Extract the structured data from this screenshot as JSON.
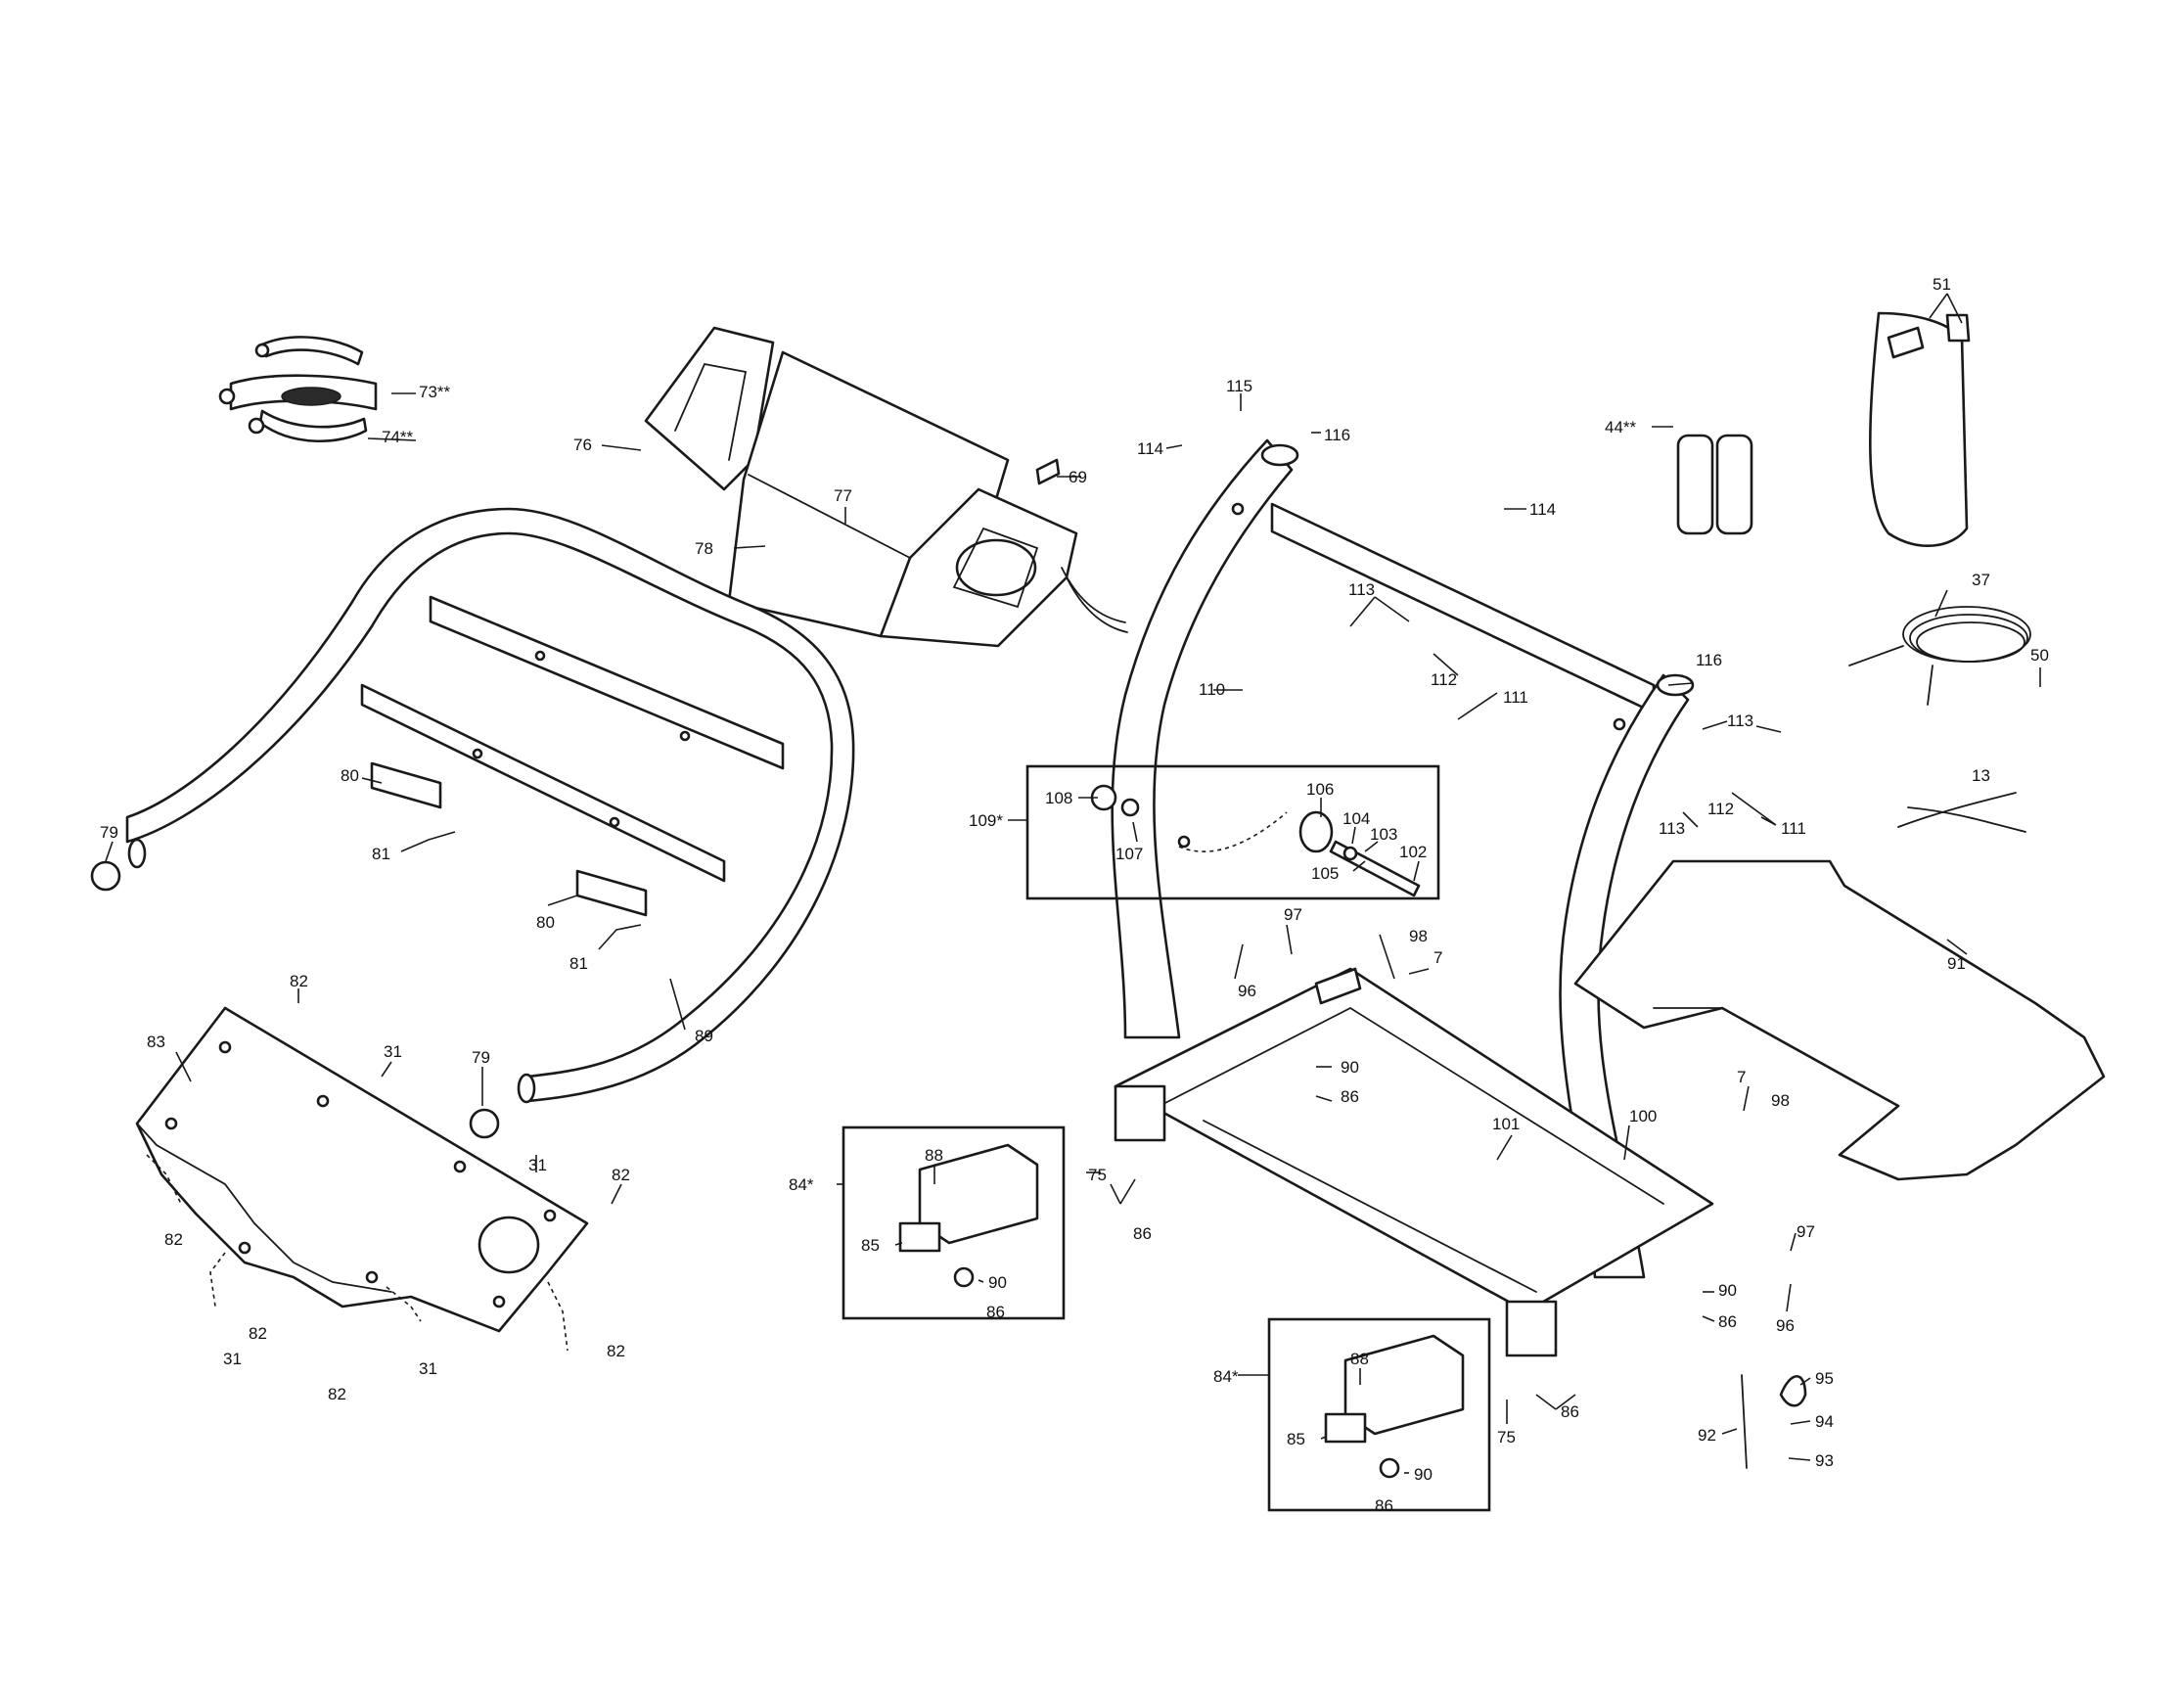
{
  "labels": {
    "l73": "73**",
    "l74": "74**",
    "l76": "76",
    "l77": "77",
    "l78": "78",
    "l69": "69",
    "l114a": "114",
    "l115": "115",
    "l116a": "116",
    "l114b": "114",
    "l44": "44**",
    "l51": "51",
    "l113a": "113",
    "l112a": "112",
    "l111a": "111",
    "l110": "110",
    "l116b": "116",
    "l37": "37",
    "l50": "50",
    "l113b": "113",
    "l112b": "112",
    "l113c": "113",
    "l111b": "111",
    "l13": "13",
    "l109": "109*",
    "l108": "108",
    "l107": "107",
    "l106": "106",
    "l104": "104",
    "l103": "103",
    "l105": "105",
    "l102": "102",
    "l79a": "79",
    "l80a": "80",
    "l81a": "81",
    "l80b": "80",
    "l81b": "81",
    "l89": "89",
    "l79b": "79",
    "l97a": "97",
    "l96a": "96",
    "l98a": "98",
    "l7a": "7",
    "l91": "91",
    "l90a": "90",
    "l86a": "86",
    "l82a": "82",
    "l83": "83",
    "l31a": "31",
    "l31b": "31",
    "l82b": "82",
    "l82c": "82",
    "l82d": "82",
    "l82e": "82",
    "l31c": "31",
    "l31d": "31",
    "l82f": "82",
    "l84a": "84*",
    "l88a": "88",
    "l85a": "85",
    "l90b": "90",
    "l86b": "86",
    "l75a": "75",
    "l86c": "86",
    "l101": "101",
    "l100": "100",
    "l7b": "7",
    "l98b": "98",
    "l97b": "97",
    "l90c": "90",
    "l86d": "86",
    "l96b": "96",
    "l84b": "84*",
    "l88b": "88",
    "l85b": "85",
    "l90d": "90",
    "l86e": "86",
    "l75b": "75",
    "l86f": "86",
    "l95": "95",
    "l94": "94",
    "l92": "92",
    "l93": "93"
  }
}
